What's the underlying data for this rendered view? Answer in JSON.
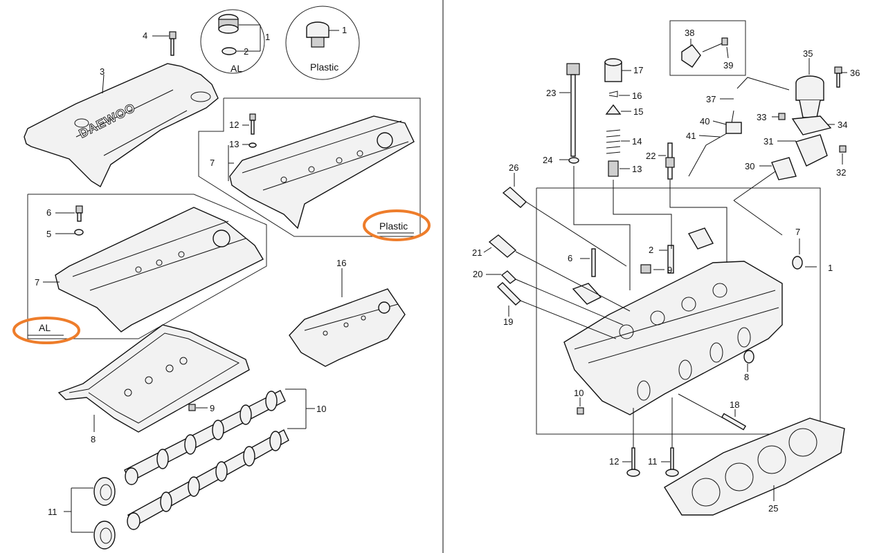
{
  "left_panel": {
    "callouts": {
      "c1a": "1",
      "c2": "2",
      "c1b": "1",
      "c3": "3",
      "c4": "4",
      "c5": "5",
      "c6": "6",
      "c7a": "7",
      "c7b": "7",
      "c8": "8",
      "c9": "9",
      "c10": "10",
      "c11": "11",
      "c12": "12",
      "c13": "13",
      "c16": "16"
    },
    "material_labels": {
      "al_circle": "AL",
      "plastic_circle": "Plastic",
      "plastic_box": "Plastic",
      "al_box": "AL"
    },
    "brand_text": "DAEWOO",
    "highlight_color": "#ee7d2b"
  },
  "right_panel": {
    "callouts": {
      "n1": "1",
      "n2": "2",
      "n6": "6",
      "n7": "7",
      "n8": "8",
      "n9": "9",
      "n10": "10",
      "n11": "11",
      "n12": "12",
      "n13": "13",
      "n14": "14",
      "n15": "15",
      "n16": "16",
      "n17": "17",
      "n18": "18",
      "n19": "19",
      "n20": "20",
      "n21": "21",
      "n22": "22",
      "n23": "23",
      "n24": "24",
      "n25": "25",
      "n26": "26",
      "n30": "30",
      "n31": "31",
      "n32": "32",
      "n33": "33",
      "n34": "34",
      "n35": "35",
      "n36": "36",
      "n37": "37",
      "n38": "38",
      "n39": "39",
      "n40": "40",
      "n41": "41"
    }
  }
}
